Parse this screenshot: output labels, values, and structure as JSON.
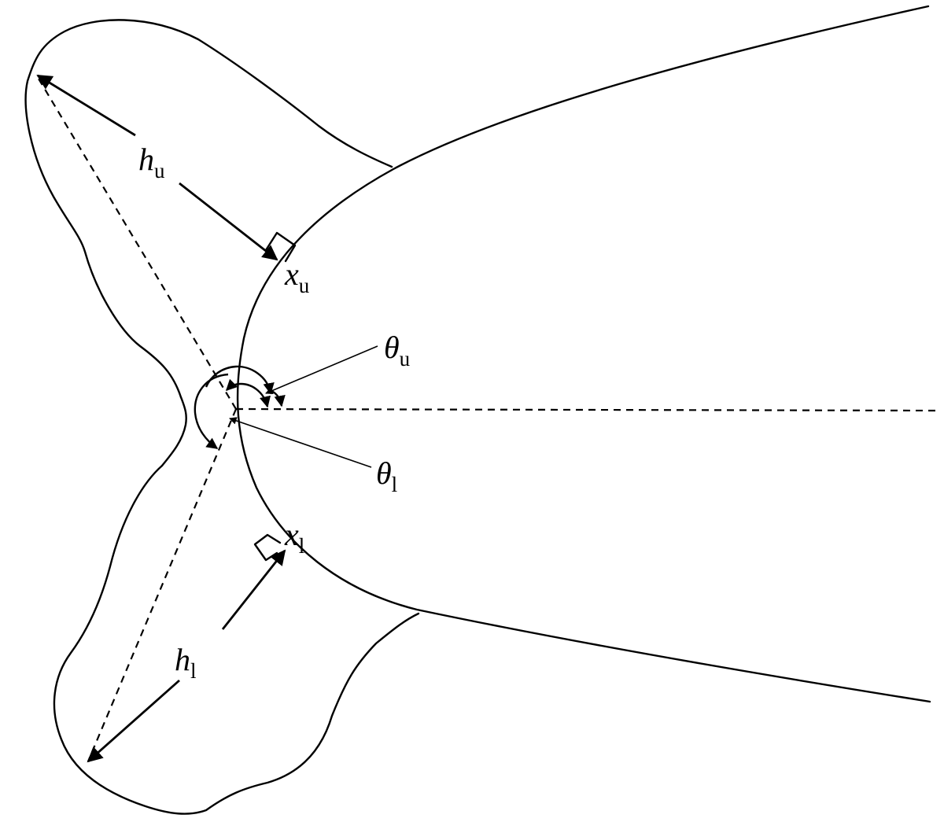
{
  "labels": {
    "h_upper": {
      "symbol": "h",
      "sub": "u"
    },
    "x_upper": {
      "symbol": "x",
      "sub": "u"
    },
    "theta_upper": {
      "symbol": "θ",
      "sub": "u"
    },
    "theta_lower": {
      "symbol": "θ",
      "sub": "l"
    },
    "x_lower": {
      "symbol": "x",
      "sub": "l"
    },
    "h_lower": {
      "symbol": "h",
      "sub": "l"
    }
  }
}
